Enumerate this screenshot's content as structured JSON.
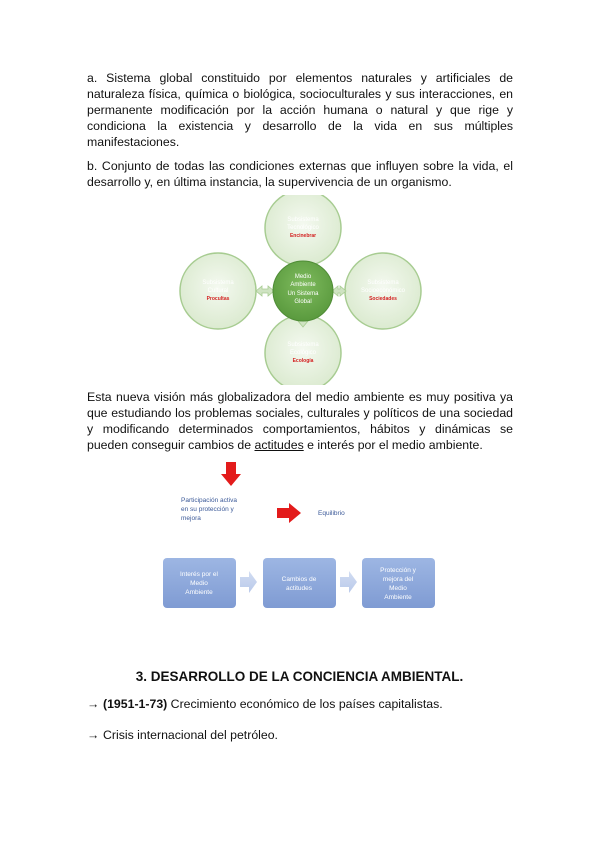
{
  "paragraphs": {
    "a": "a. Sistema global constituido por elementos naturales y artificiales de naturaleza física, química o biológica, socioculturales y sus interacciones, en permanente modificación por la acción humana o natural y que rige y condiciona la existencia y desarrollo de la vida en sus múltiples manifestaciones.",
    "b": "b. Conjunto de todas las condiciones externas que influyen sobre la vida, el desarrollo y, en última instancia, la supervivencia de un organismo.",
    "vision_before": "Esta nueva visión más globalizadora del medio ambiente es muy positiva ya que estudiando los problemas sociales, culturales y políticos de una sociedad y modificando determinados comportamientos, hábitos y dinámicas se pueden conseguir cambios de ",
    "vision_underlined": "actitudes",
    "vision_after": " e interés por el medio ambiente."
  },
  "diagram1": {
    "center": {
      "line1": "Medio",
      "line2": "Ambiente",
      "line3": "Un Sistema",
      "line4": "Global"
    },
    "top": {
      "line1": "Subsistema",
      "line2": "Tecnológico",
      "sub": "Encinebrar"
    },
    "left": {
      "line1": "Subsistema",
      "line2": "Cultural",
      "sub": "Procultas"
    },
    "right": {
      "line1": "Subsistema",
      "line2": "Socioeconómico",
      "sub": "Sociedades"
    },
    "bottom": {
      "line1": "Subsistema",
      "line2": "Ecológico",
      "sub": "Ecología"
    }
  },
  "diagram2": {
    "participation_line1": "Participación activa",
    "participation_line2": "en su protección y",
    "participation_line3": "mejora",
    "equilibrium": "Equilibrio",
    "box1": {
      "line1": "Interés por el",
      "line2": "Medio",
      "line3": "Ambiente"
    },
    "box2": {
      "line1": "Cambios de",
      "line2": "actitudes"
    },
    "box3": {
      "line1": "Protección y",
      "line2": "mejora del",
      "line3": "Medio",
      "line4": "Ambiente"
    }
  },
  "section": {
    "heading": "3. DESARROLLO DE LA CONCIENCIA AMBIENTAL.",
    "bullet_symbol": "→",
    "bullet1_bold": "(1951-1-73)",
    "bullet1_text": " Crecimiento económico de los países capitalistas.",
    "bullet2_text": "Crisis internacional del petróleo."
  },
  "colors": {
    "green_dark": "#6aa84f",
    "green_light": "#e6f0de",
    "green_border": "#9fc78a",
    "red": "#e31b1b",
    "blue_box": "#8ea9db",
    "blue_text": "#2f4f8f"
  }
}
